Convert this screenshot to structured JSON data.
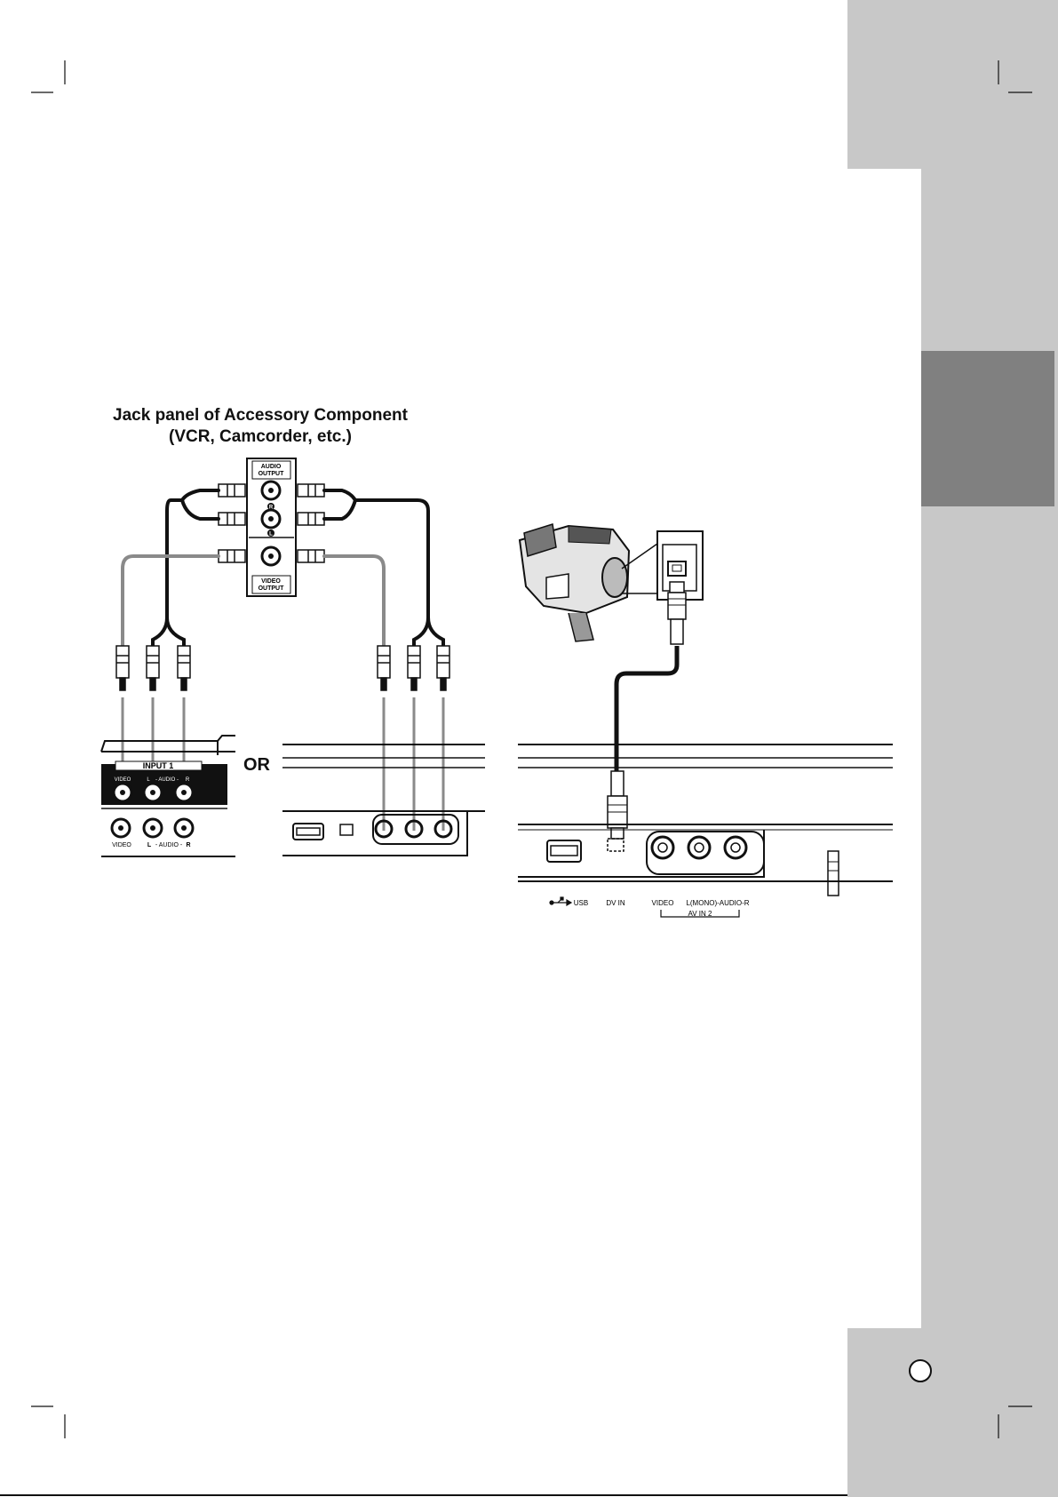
{
  "diagram": {
    "heading_line1": "Jack panel of Accessory Component",
    "heading_line2": "(VCR, Camcorder, etc.)",
    "or_label": "OR",
    "accessory_panel": {
      "audio_output": [
        "AUDIO",
        "OUTPUT"
      ],
      "audio_right": "R",
      "audio_left": "L",
      "video_output": [
        "VIDEO",
        "OUTPUT"
      ]
    },
    "recorder_panel_a": {
      "input_title": "INPUT 1",
      "row1_labels": [
        "VIDEO",
        "L",
        "- AUDIO -",
        "R"
      ],
      "row2_labels": [
        "VIDEO",
        "L",
        "- AUDIO -",
        "R"
      ]
    },
    "front_panel": {
      "usb": "USB",
      "dv_in": "DV IN",
      "video": "VIDEO",
      "audio": "L(MONO)-AUDIO-R",
      "av_in": "AV IN 2"
    }
  },
  "colors": {
    "sidebar": "#c8c8c8",
    "tab": "#808080",
    "ink": "#111111",
    "grey_cable": "#8a8a8a"
  }
}
